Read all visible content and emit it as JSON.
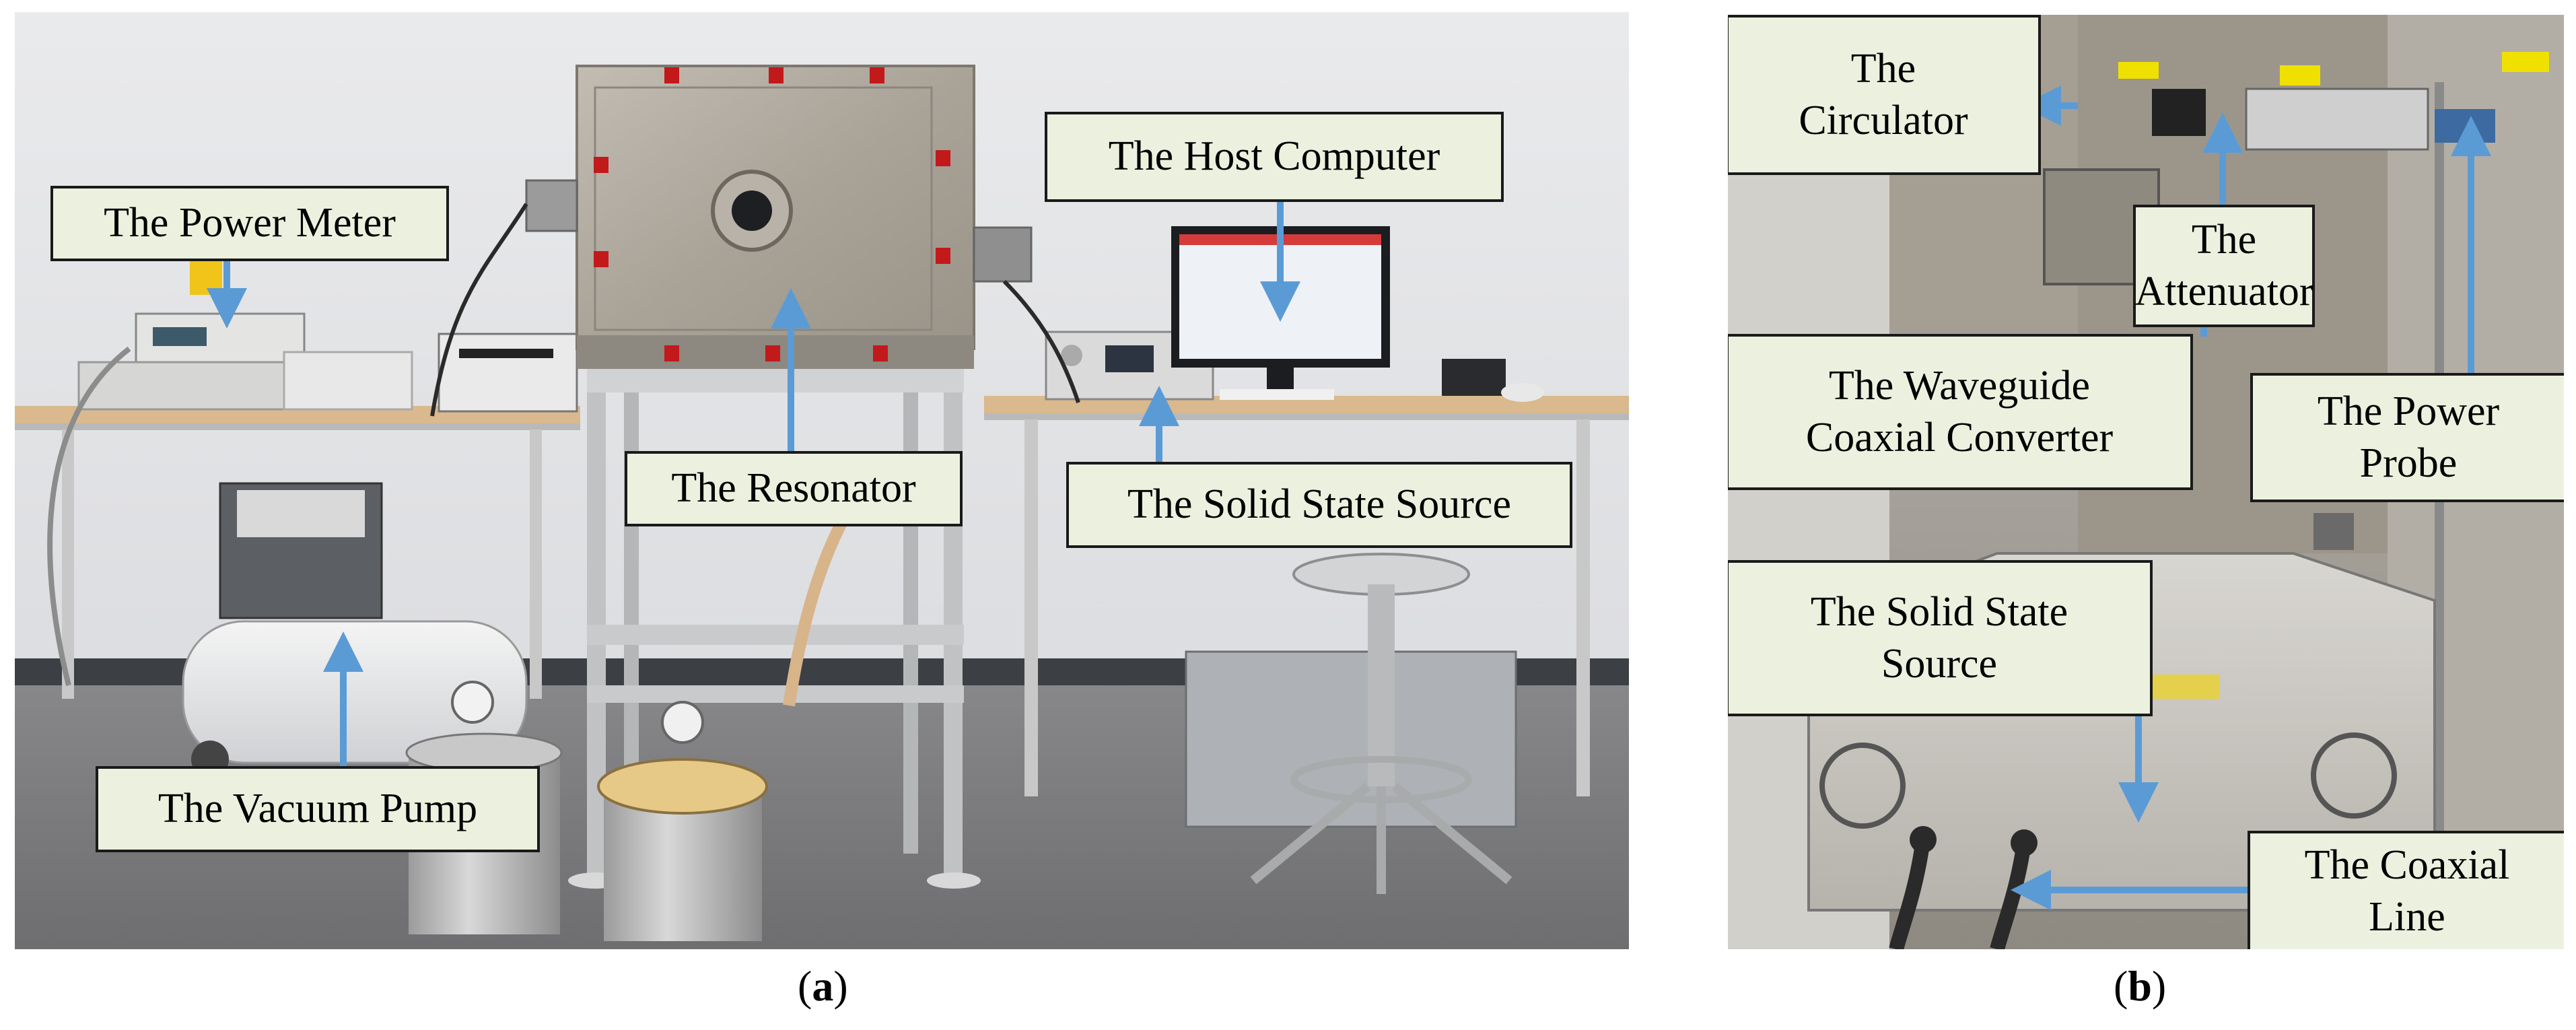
{
  "panel_a": {
    "labels": {
      "power_meter": "The Power Meter",
      "resonator": "The Resonator",
      "host_computer": "The Host Computer",
      "solid_state_source": "The Solid State Source",
      "vacuum_pump": "The Vacuum Pump"
    },
    "caption_letter": "a"
  },
  "panel_b": {
    "labels": {
      "circulator": "The\nCirculator",
      "attenuator": "The\nAttenuator",
      "waveguide_converter": "The Waveguide\nCoaxial Converter",
      "power_probe": "The Power\nProbe",
      "solid_state_source": "The Solid State\nSource",
      "coaxial_line": "The Coaxial\nLine"
    },
    "caption_letter": "b"
  },
  "colors": {
    "label_fill": "#ebf1de",
    "arrow": "#5b9bd5",
    "label_border": "#1a1a1a"
  }
}
